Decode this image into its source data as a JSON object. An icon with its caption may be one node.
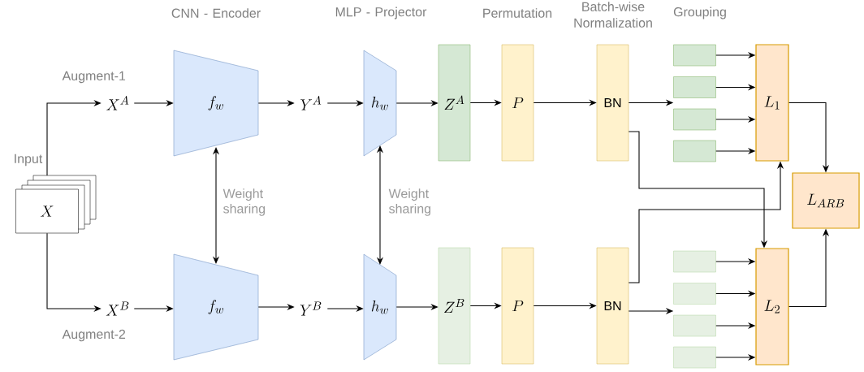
{
  "diagram": {
    "nodes": [
      {
        "text": [
          "X"
        ],
        "beside": [
          "Input"
        ]
      },
      {
        "text": [
          "X^A"
        ]
      },
      {
        "text": [
          "X^B"
        ]
      },
      {
        "text": [
          "f_w"
        ]
      },
      {
        "text": [
          "f_w"
        ]
      },
      {
        "text": [
          "Y^A"
        ]
      },
      {
        "text": [
          "Y^B"
        ]
      },
      {
        "text": [
          "h_w"
        ]
      },
      {
        "text": [
          "h_w"
        ]
      },
      {
        "text": [
          "Z^A"
        ]
      },
      {
        "text": [
          "Z^B"
        ]
      },
      {
        "text": [
          "P"
        ]
      },
      {
        "text": [
          "P"
        ]
      },
      {
        "text": [
          "BN"
        ]
      },
      {
        "text": [
          "BN"
        ]
      },
      {
        "text": [],
        "shape": "box"
      },
      {
        "text": [],
        "shape": "box"
      },
      {
        "text": [],
        "shape": "box"
      },
      {
        "text": [],
        "shape": "box"
      },
      {
        "text": [
          "L_1"
        ]
      },
      {
        "text": [],
        "shape": "box"
      },
      {
        "text": [],
        "shape": "box"
      },
      {
        "text": [],
        "shape": "box"
      },
      {
        "text": [],
        "shape": "box"
      },
      {
        "text": [
          "L_2"
        ]
      },
      {
        "text": [
          "L_{ARB}"
        ]
      }
    ],
    "edges": [
      {
        "from": 0,
        "to": 1,
        "arrow": "to",
        "label": "Augment-1"
      },
      {
        "from": 0,
        "to": 2,
        "arrow": "to",
        "label": "Augment-2"
      },
      {
        "from": 1,
        "to": 3,
        "arrow": "to"
      },
      {
        "from": 3,
        "to": 5,
        "arrow": "to"
      },
      {
        "from": 5,
        "to": 7,
        "arrow": "to"
      },
      {
        "from": 7,
        "to": 9,
        "arrow": "to"
      },
      {
        "from": 9,
        "to": 11,
        "arrow": "to"
      },
      {
        "from": 11,
        "to": 13,
        "arrow": "to"
      },
      {
        "from": 13,
        "to": 16,
        "arrow": "to"
      },
      {
        "from": 15,
        "to": 19,
        "arrow": "to"
      },
      {
        "from": 16,
        "to": 19,
        "arrow": "to"
      },
      {
        "from": 17,
        "to": 19,
        "arrow": "to"
      },
      {
        "from": 18,
        "to": 19,
        "arrow": "to"
      },
      {
        "from": 19,
        "to": 25,
        "arrow": "to"
      },
      {
        "from": 2,
        "to": 4,
        "arrow": "to"
      },
      {
        "from": 4,
        "to": 6,
        "arrow": "to"
      },
      {
        "from": 6,
        "to": 8,
        "arrow": "to"
      },
      {
        "from": 8,
        "to": 10,
        "arrow": "to"
      },
      {
        "from": 10,
        "to": 12,
        "arrow": "to"
      },
      {
        "from": 12,
        "to": 14,
        "arrow": "to"
      },
      {
        "from": 14,
        "to": 22,
        "arrow": "to"
      },
      {
        "from": 20,
        "to": 24,
        "arrow": "to"
      },
      {
        "from": 21,
        "to": 24,
        "arrow": "to"
      },
      {
        "from": 22,
        "to": 24,
        "arrow": "to"
      },
      {
        "from": 23,
        "to": 24,
        "arrow": "to"
      },
      {
        "from": 24,
        "to": 25,
        "arrow": "to"
      },
      {
        "from": 13,
        "to": 24,
        "arrow": "to"
      },
      {
        "from": 14,
        "to": 19,
        "arrow": "to"
      },
      {
        "from": 3,
        "to": 4,
        "arrow": "both",
        "label": "Weight sharing"
      },
      {
        "from": 7,
        "to": 8,
        "arrow": "both",
        "label": "Weight sharing"
      }
    ],
    "labels": [
      "CNN - Encoder",
      "MLP - Projector",
      "Permutation",
      "Batch-wise Normalization",
      "Grouping"
    ]
  }
}
